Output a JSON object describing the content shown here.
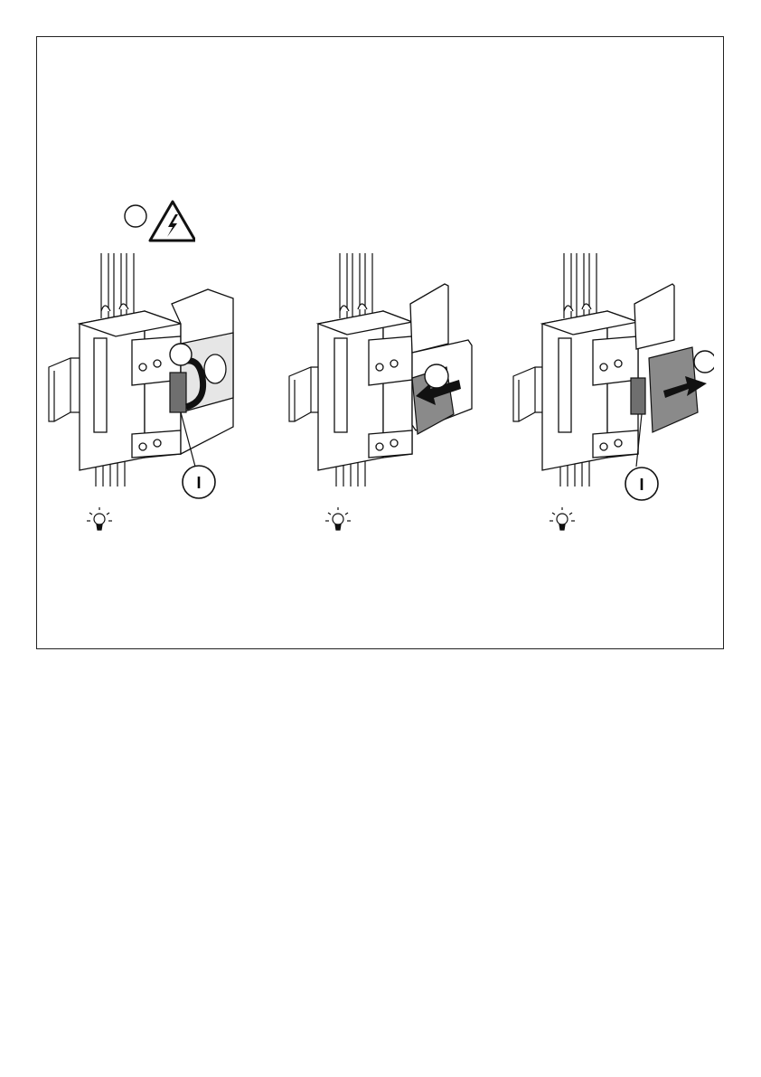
{
  "colors": {
    "line": "#111111",
    "body_fill": "#ffffff",
    "lever_fill": "#6f6f6f",
    "accessory_fill": "#8a8a8a",
    "arrow_fill": "#111111"
  },
  "warning": {
    "icon": "high-voltage-warning-icon",
    "step_marker_icon": "step-circle-icon"
  },
  "steps": [
    {
      "id": "step-1",
      "action_icon": "rotate-arrow-icon",
      "status_icon": "lightbulb-icon",
      "position_label": "I"
    },
    {
      "id": "step-2",
      "action_icon": "push-left-arrow-icon",
      "status_icon": "lightbulb-icon",
      "position_label": ""
    },
    {
      "id": "step-3",
      "action_icon": "pull-right-arrow-icon",
      "status_icon": "lightbulb-icon",
      "position_label": "I"
    }
  ]
}
